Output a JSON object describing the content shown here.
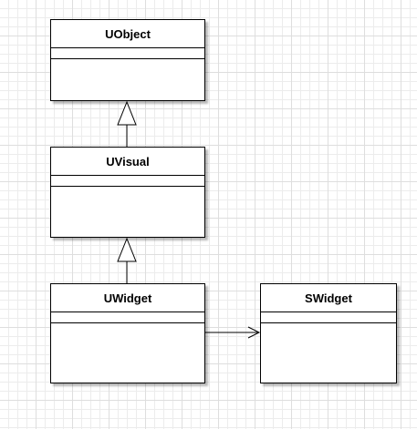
{
  "classes": {
    "uobject": {
      "name": "UObject"
    },
    "uvisual": {
      "name": "UVisual"
    },
    "uwidget": {
      "name": "UWidget"
    },
    "swidget": {
      "name": "SWidget"
    }
  },
  "relations": [
    {
      "type": "generalization",
      "from": "UVisual",
      "to": "UObject"
    },
    {
      "type": "generalization",
      "from": "UWidget",
      "to": "UVisual"
    },
    {
      "type": "association",
      "from": "UWidget",
      "to": "SWidget"
    }
  ],
  "colors": {
    "line": "#000000",
    "fill": "#ffffff",
    "grid": "#ececec"
  }
}
